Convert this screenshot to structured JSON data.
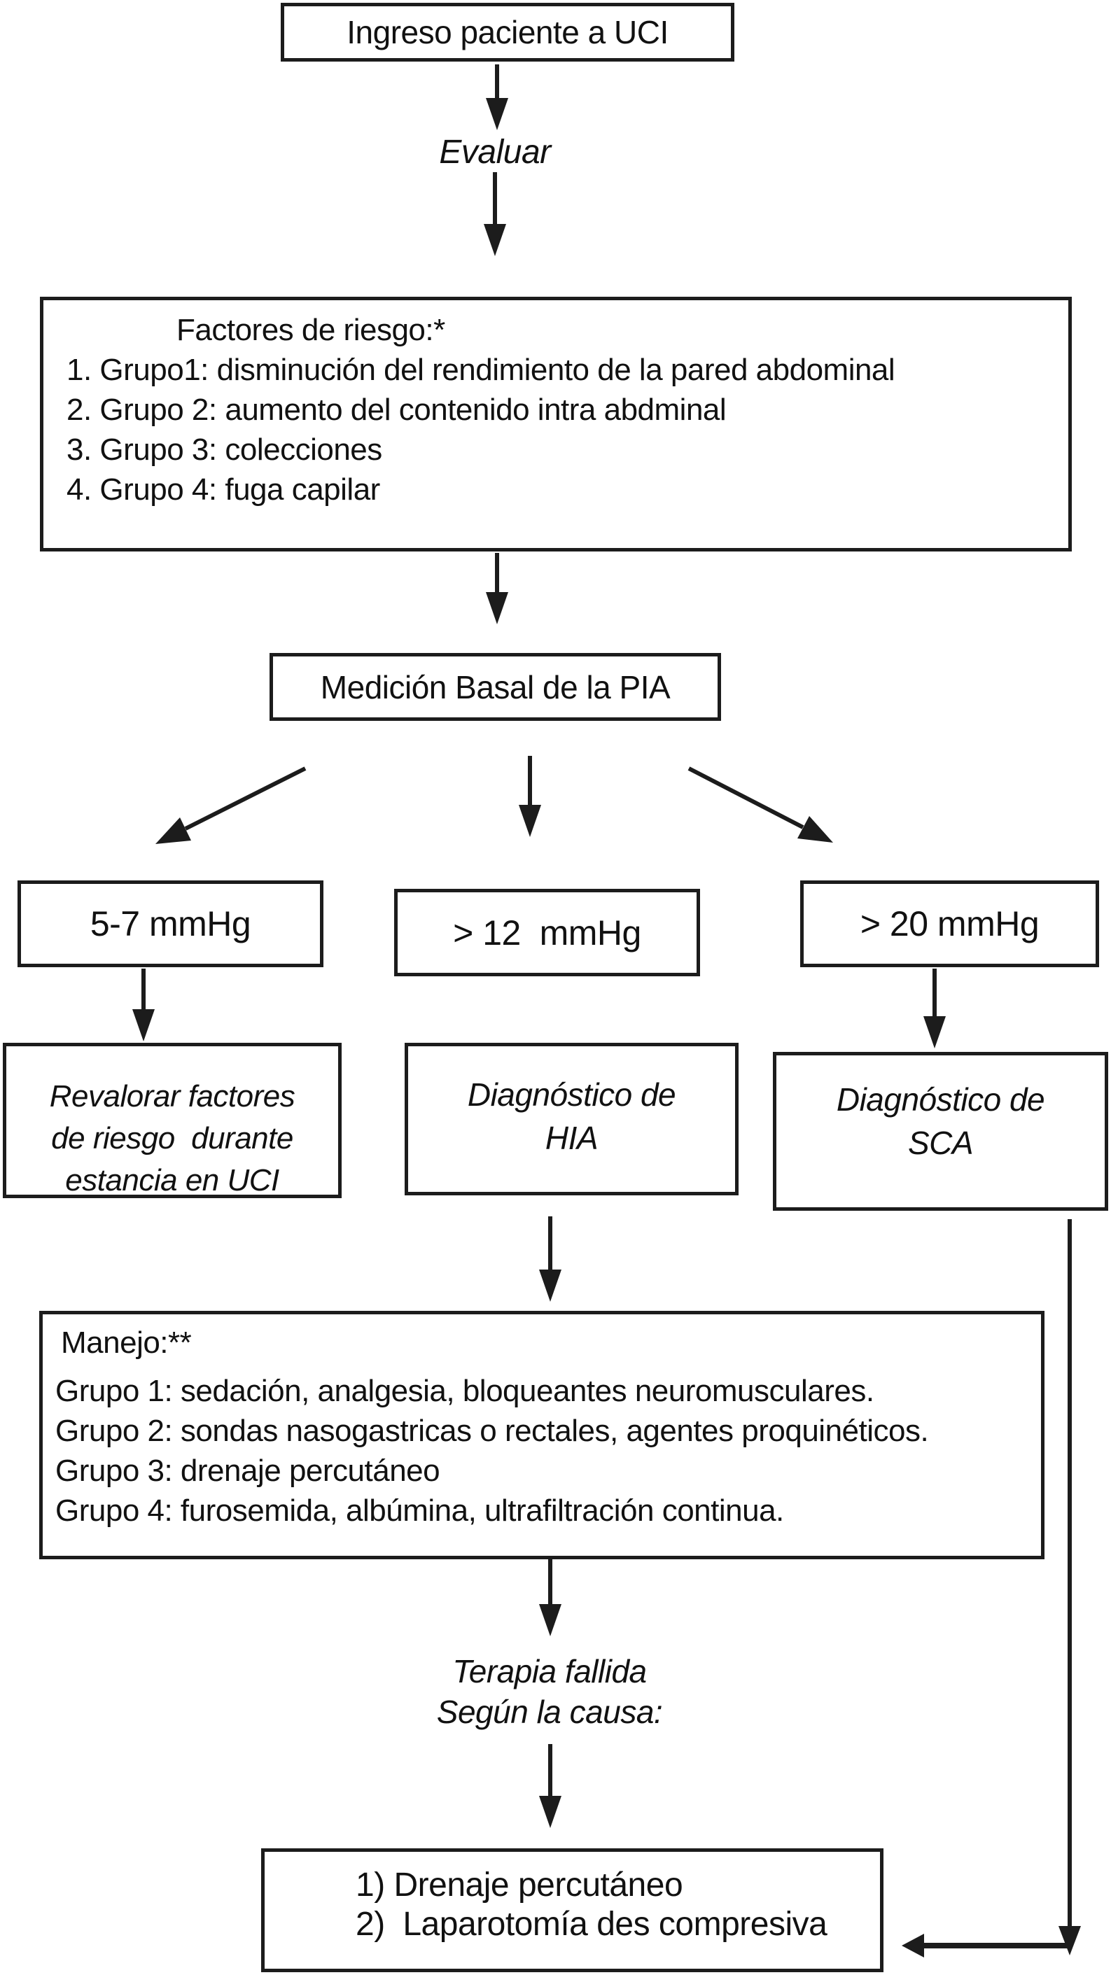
{
  "diagram": {
    "title_hint": "Flujograma manejo de presión intra-abdominal en UCI",
    "nodes": {
      "ingreso": {
        "label": "Ingreso paciente a UCI"
      },
      "evaluar": {
        "label": "Evaluar"
      },
      "factores": {
        "title": "Factores de riesgo:*",
        "items": [
          "1. Grupo1: disminución del rendimiento de la pared abdominal",
          "2. Grupo 2: aumento del contenido intra abdminal",
          "3. Grupo 3: colecciones",
          "4. Grupo 4: fuga capilar"
        ]
      },
      "medicion": {
        "label": "Medición Basal de la PIA"
      },
      "pia_baja": {
        "label": "5-7 mmHg"
      },
      "pia_media": {
        "label": "> 12  mmHg"
      },
      "pia_alta": {
        "label": "> 20 mmHg"
      },
      "revalorar": {
        "lines": [
          "Revalorar factores",
          "de riesgo  durante",
          "estancia en UCI"
        ]
      },
      "hia": {
        "lines": [
          "Diagnóstico de",
          "HIA"
        ]
      },
      "sca": {
        "lines": [
          "Diagnóstico de",
          "SCA"
        ]
      },
      "manejo": {
        "title": "Manejo:**",
        "items": [
          "Grupo 1: sedación, analgesia, bloqueantes neuromusculares.",
          "Grupo 2: sondas nasogastricas o rectales, agentes proquinéticos.",
          "Grupo 3: drenaje percutáneo",
          "Grupo 4: furosemida, albúmina, ultrafiltración continua."
        ]
      },
      "terapia": {
        "lines": [
          "Terapia fallida",
          "Según la causa:"
        ]
      },
      "final": {
        "items": [
          "1) Drenaje percutáneo",
          "2)  Laparotomía des compresiva"
        ]
      }
    },
    "colors": {
      "ink": "#1c1c1c",
      "background": "#ffffff"
    }
  }
}
